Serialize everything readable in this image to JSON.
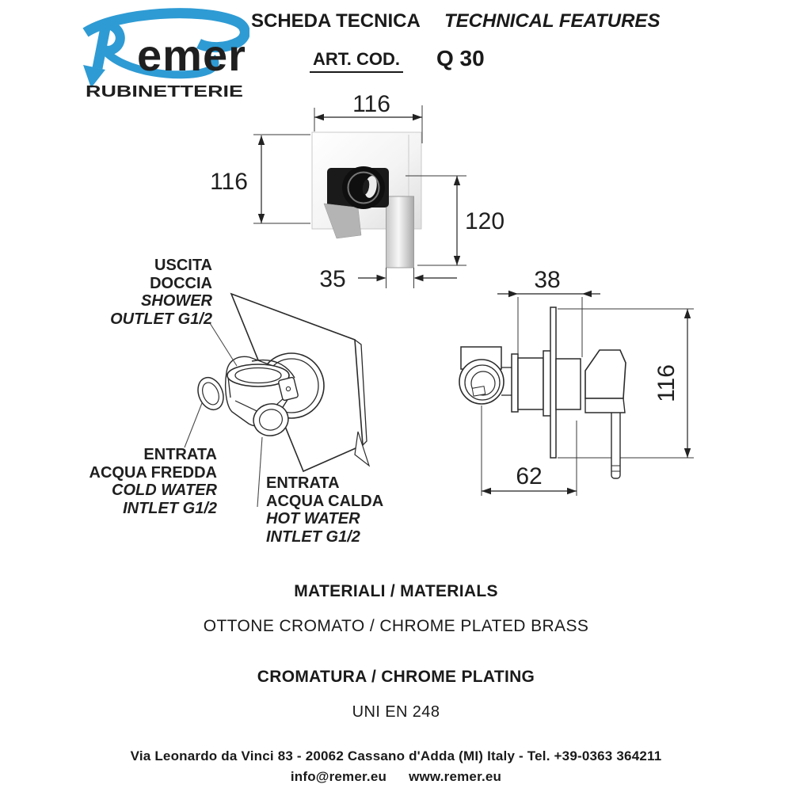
{
  "logo": {
    "brand": "Remer",
    "brand_script_part": "emer",
    "subtitle": "RUBINETTERIE",
    "brand_color": "#2E9BD4"
  },
  "header": {
    "title_it": "SCHEDA TECNICA",
    "title_en": "TECHNICAL FEATURES",
    "art_code_label": "ART. COD.",
    "art_code_value": "Q 30"
  },
  "dimensions": {
    "front": {
      "width": "116",
      "height": "116",
      "handle_drop": "120",
      "lever_width": "35"
    },
    "side": {
      "handle_depth": "38",
      "plate_height": "116",
      "body_depth": "62"
    }
  },
  "port_labels": {
    "shower": {
      "it1": "USCITA",
      "it2": "DOCCIA",
      "en1": "SHOWER",
      "en2": "OUTLET G1/2"
    },
    "cold": {
      "it1": "ENTRATA",
      "it2": "ACQUA FREDDA",
      "en1": "COLD WATER",
      "en2": "INTLET G1/2"
    },
    "hot": {
      "it1": "ENTRATA",
      "it2": "ACQUA CALDA",
      "en1": "HOT WATER",
      "en2": "INTLET G1/2"
    }
  },
  "specs": {
    "materials_title": "MATERIALI / MATERIALS",
    "materials_value": "OTTONE CROMATO / CHROME PLATED BRASS",
    "plating_title": "CROMATURA / CHROME PLATING",
    "plating_value": "UNI EN 248"
  },
  "footer": {
    "address": "Via Leonardo da Vinci 83 - 20062 Cassano d'Adda (MI) Italy - Tel. +39-0363 364211",
    "email": "info@remer.eu",
    "website": "www.remer.eu"
  }
}
